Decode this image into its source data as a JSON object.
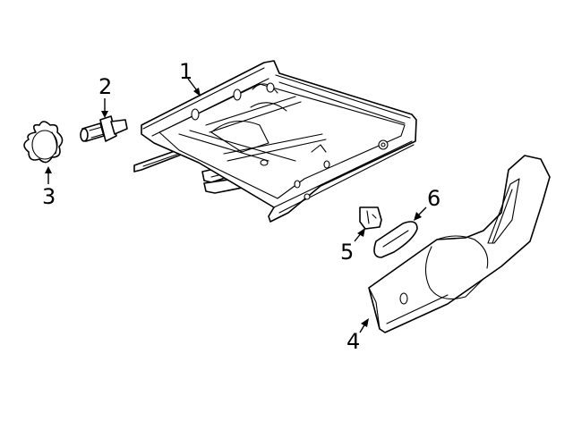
{
  "callouts": [
    {
      "id": "1",
      "label": "1"
    },
    {
      "id": "2",
      "label": "2"
    },
    {
      "id": "3",
      "label": "3"
    },
    {
      "id": "4",
      "label": "4"
    },
    {
      "id": "5",
      "label": "5"
    },
    {
      "id": "6",
      "label": "6"
    }
  ],
  "colors": {
    "line": "#000000",
    "background": "#ffffff"
  }
}
